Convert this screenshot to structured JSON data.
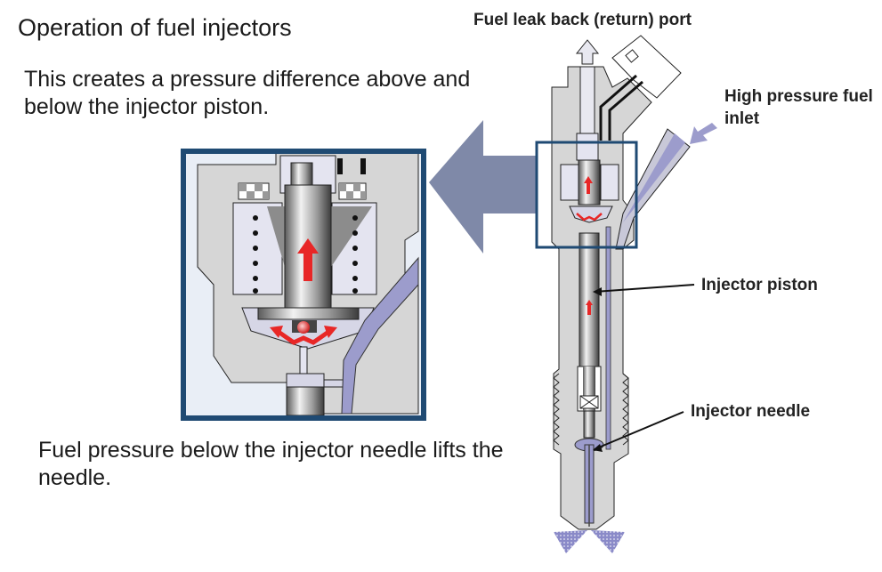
{
  "title": "Operation of fuel injectors",
  "descriptions": {
    "pressure_difference": "This creates a pressure difference above and below the injector piston.",
    "needle_lift": "Fuel pressure below the injector needle lifts the needle."
  },
  "labels": {
    "leak_back_port": "Fuel leak back (return) port",
    "high_pressure_inlet": "High pressure fuel inlet",
    "injector_piston": "Injector piston",
    "injector_needle": "Injector needle"
  },
  "colors": {
    "body_gray": "#d6d6d6",
    "fuel_blue": "#9c9ccc",
    "frame_navy": "#1f4a73",
    "callout_arrow": "#7f89a8",
    "motion_red": "#e82727"
  }
}
